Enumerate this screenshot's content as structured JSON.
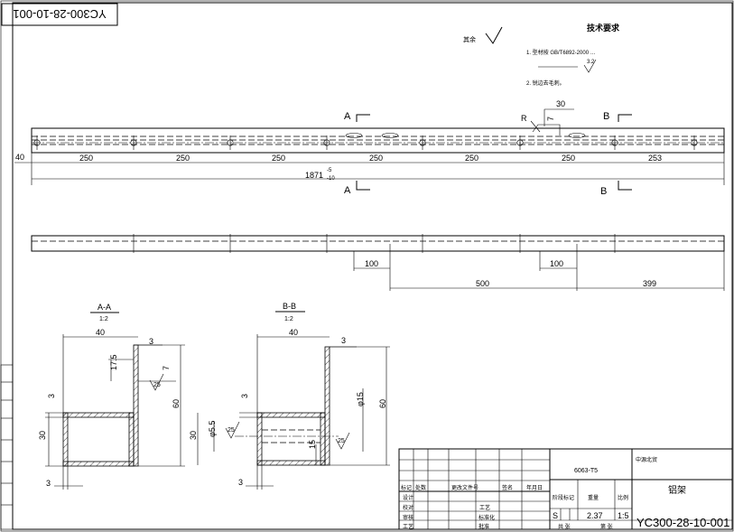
{
  "drawing_number": "YC300-28-10-001",
  "drawing_number_rotated": "YC300-28-10-001",
  "roughness_note": {
    "label": "其余",
    "symbol": "roughness-triangle"
  },
  "tech_requirements": {
    "title": "技术要求",
    "items": [
      "1. 型材按 GB/T6892-2000 …",
      "3.2",
      "2. 锐边去毛刺。"
    ]
  },
  "section_marks": {
    "a": "A",
    "b": "B"
  },
  "main_view": {
    "left_offset": "40",
    "spacings": [
      "250",
      "250",
      "250",
      "250",
      "250",
      "250",
      "253"
    ],
    "total_length": "1871",
    "tol_upper": "-5",
    "tol_lower": "-10",
    "slot_r_label": "R",
    "slot_width": "30",
    "slot_depth": "7"
  },
  "second_view": {
    "dims": [
      "100",
      "100",
      "500",
      "399"
    ]
  },
  "section_aa": {
    "title": "A-A",
    "scale": "1:2",
    "width": "40",
    "wall": "3",
    "dim_175": "17.5",
    "dim_7": "7",
    "roughness": "25",
    "height_60": "60",
    "dim_3_left": "3",
    "dim_30": "30",
    "dim_3_bottom": "3"
  },
  "section_bb": {
    "title": "B-B",
    "scale": "1:2",
    "width": "40",
    "wall": "3",
    "dim_3_left": "3",
    "dim_30": "30",
    "hole_d55": "φ5.5",
    "roughness_a": "25",
    "roughness_b": "25",
    "hole_d15": "φ15",
    "dim_15": "15",
    "height_60": "60",
    "dim_3_bottom": "3"
  },
  "title_block": {
    "material": "6063-T5",
    "company": "中源北贸",
    "part_name": "铝架",
    "stage_label": "阶段标记",
    "weight_label": "重量",
    "scale_label": "比例",
    "stage_value": "S",
    "weight": "2.37",
    "scale": "1:5",
    "sheet_total": "共 张",
    "sheet_no": "第 张",
    "drawing_no": "YC300-28-10-001",
    "rev_headers": [
      "标记",
      "处数",
      "更改文件号",
      "签名",
      "年月日"
    ],
    "sign_rows": [
      "设计",
      "校对",
      "审核",
      "工艺"
    ],
    "std_label": "标准化",
    "approve_label": "批准",
    "craft_label": "工艺"
  }
}
